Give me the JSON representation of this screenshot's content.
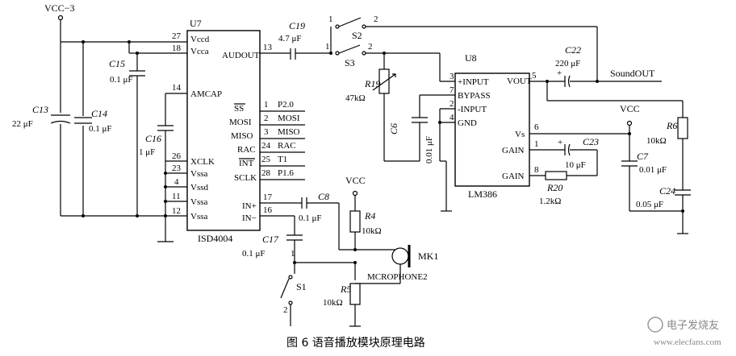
{
  "caption": "图 6  语音播放模块原理电路",
  "watermark": "电子发烧友",
  "watermark_url": "www.elecfans.com",
  "u7": {
    "ref": "U7",
    "part": "ISD4004",
    "left_pins": [
      {
        "num": "27",
        "name": "Vccd"
      },
      {
        "num": "18",
        "name": "Vcca"
      },
      {
        "num": "14",
        "name": "AMCAP"
      },
      {
        "num": "26",
        "name": "XCLK"
      },
      {
        "num": "23",
        "name": "Vssa"
      },
      {
        "num": "4",
        "name": "Vssd"
      },
      {
        "num": "11",
        "name": "Vssa"
      },
      {
        "num": "12",
        "name": "Vssa"
      }
    ],
    "right_pins": [
      {
        "num": "13",
        "name": "AUDOUT",
        "net": ""
      },
      {
        "num": "1",
        "name": "SS",
        "net": "P2.0"
      },
      {
        "num": "2",
        "name": "MOSI",
        "net": "MOSI"
      },
      {
        "num": "3",
        "name": "MISO",
        "net": "MISO"
      },
      {
        "num": "24",
        "name": "RAC",
        "net": "RAC"
      },
      {
        "num": "25",
        "name": "INT",
        "net": "T1"
      },
      {
        "num": "28",
        "name": "SCLK",
        "net": "P1.6"
      },
      {
        "num": "17",
        "name": "IN+",
        "net": ""
      },
      {
        "num": "16",
        "name": "IN−",
        "net": ""
      }
    ]
  },
  "u8": {
    "ref": "U8",
    "part": "LM386",
    "pins": [
      {
        "num": "3",
        "name": "+INPUT"
      },
      {
        "num": "7",
        "name": "BYPASS"
      },
      {
        "num": "2",
        "name": "-INPUT"
      },
      {
        "num": "4",
        "name": "GND"
      },
      {
        "num": "5",
        "name": "VOUT"
      },
      {
        "num": "6",
        "name": "Vs"
      },
      {
        "num": "1",
        "name": "GAIN"
      },
      {
        "num": "8",
        "name": "GAIN"
      }
    ]
  },
  "labels": {
    "vcc3": "VCC−3",
    "vcc": "VCC",
    "sound_out": "SoundOUT",
    "mk1": "MK1",
    "mic": "MCROPHONE2",
    "sw_pin1": "1",
    "sw_pin2": "2"
  },
  "components": {
    "c13": {
      "ref": "C13",
      "value": "22 μF"
    },
    "c14": {
      "ref": "C14",
      "value": "0.1 μF"
    },
    "c15": {
      "ref": "C15",
      "value": "0.1 μF"
    },
    "c16": {
      "ref": "C16",
      "value": "1 μF"
    },
    "c19": {
      "ref": "C19",
      "value": "4.7 μF"
    },
    "c17": {
      "ref": "C17",
      "value": "0.1 μF"
    },
    "c8": {
      "ref": "C8",
      "value": "0.1 μF"
    },
    "c6": {
      "ref": "C6",
      "value": "0.01 μF"
    },
    "c22": {
      "ref": "C22",
      "value": "220 μF"
    },
    "c23": {
      "ref": "C23",
      "value": "10 μF"
    },
    "c7": {
      "ref": "C7",
      "value": "0.01 μF"
    },
    "c24": {
      "ref": "C24",
      "value": "0.05 μF"
    },
    "r19": {
      "ref": "R19",
      "value": "47kΩ"
    },
    "r4": {
      "ref": "R4",
      "value": "10kΩ"
    },
    "r5": {
      "ref": "R5",
      "value": "10kΩ"
    },
    "r6": {
      "ref": "R6",
      "value": "10kΩ"
    },
    "r20": {
      "ref": "R20",
      "value": "1.2kΩ"
    },
    "s1": {
      "ref": "S1"
    },
    "s2": {
      "ref": "S2"
    },
    "s3": {
      "ref": "S3"
    }
  }
}
